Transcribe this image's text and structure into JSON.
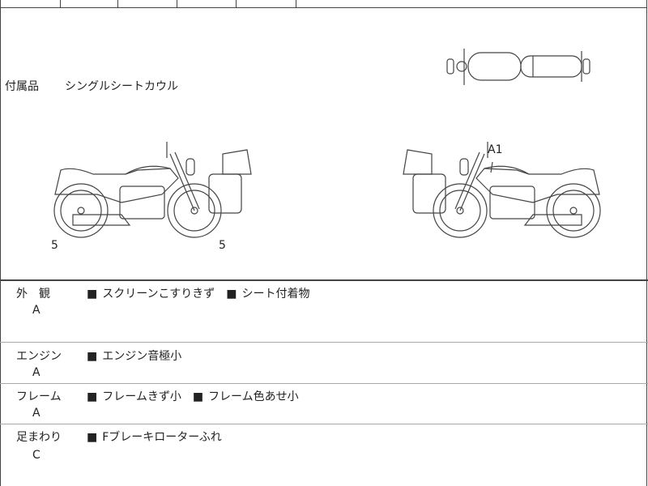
{
  "accessories": {
    "label": "付属品",
    "value": "シングルシートカウル"
  },
  "diagram_marks": {
    "left_front": "5",
    "left_rear": "5",
    "right_tank": "A1"
  },
  "sections": [
    {
      "label": "外　観",
      "grade": "A",
      "notes": [
        "スクリーンこすりきず",
        "シート付着物"
      ]
    },
    {
      "label": "エンジン",
      "grade": "A",
      "notes": [
        "エンジン音極小"
      ]
    },
    {
      "label": "フレーム",
      "grade": "A",
      "notes": [
        "フレームきず小",
        "フレーム色あせ小"
      ]
    },
    {
      "label": "足まわり",
      "grade": "C",
      "notes": [
        "Fブレーキローターふれ"
      ]
    }
  ],
  "bullet": "■"
}
